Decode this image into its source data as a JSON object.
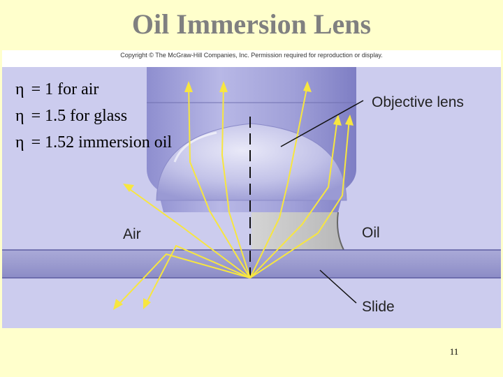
{
  "slide": {
    "title": "Oil Immersion Lens",
    "page_number": "11"
  },
  "figure": {
    "copyright": "Copyright © The McGraw-Hill Companies, Inc. Permission required for reproduction or display.",
    "labels": {
      "objective_lens": "Objective lens",
      "air": "Air",
      "oil": "Oil",
      "slide": "Slide"
    },
    "colors": {
      "background": "#ffffcc",
      "figure_background": "#ccccee",
      "objective_body": "#a3a3d6",
      "slide_glass": "#9d9dcf",
      "oil": "#c4c4c4",
      "ray": "#f7e640"
    }
  },
  "refractive_indices": [
    {
      "symbol": "η",
      "text": "= 1 for air"
    },
    {
      "symbol": "η",
      "text": "= 1.5 for glass"
    },
    {
      "symbol": "η",
      "text": "= 1.52 immersion oil"
    }
  ]
}
